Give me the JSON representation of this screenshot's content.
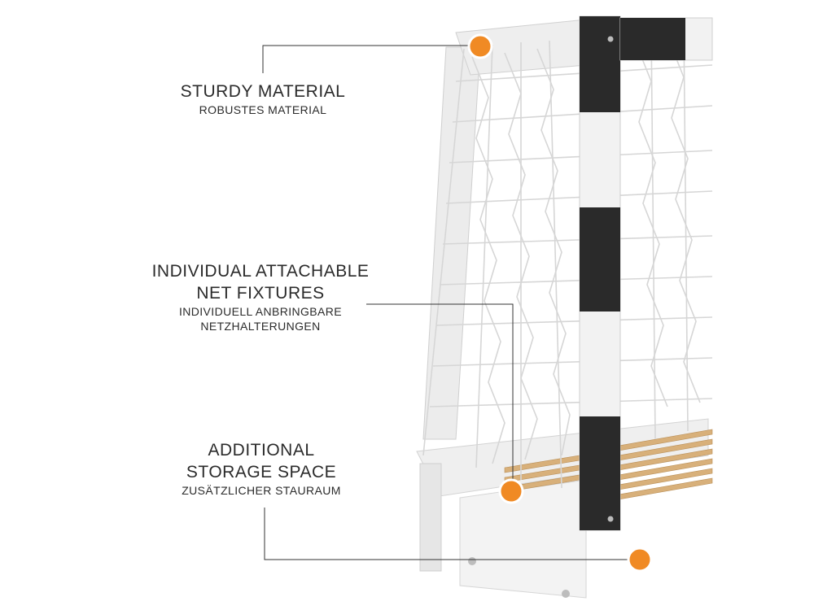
{
  "features": [
    {
      "title": "STURDY MATERIAL",
      "subtitle": "ROBUSTES MATERIAL"
    },
    {
      "title_line1": "INDIVIDUAL ATTACHABLE",
      "title_line2": "NET FIXTURES",
      "subtitle_line1": "INDIVIDUELL ANBRINGBARE",
      "subtitle_line2": "NETZHALTERUNGEN"
    },
    {
      "title_line1": "ADDITIONAL",
      "title_line2": "STORAGE SPACE",
      "subtitle": "ZUSÄTZLICHER STAURAUM"
    }
  ],
  "colors": {
    "marker": "#f08a24",
    "post_dark": "#2a2a2a",
    "post_light": "#f2f2f2",
    "frame": "#e9e9e9",
    "net": "#d9d9d9",
    "slats": "#d8b07a",
    "leader_line": "#333333"
  }
}
